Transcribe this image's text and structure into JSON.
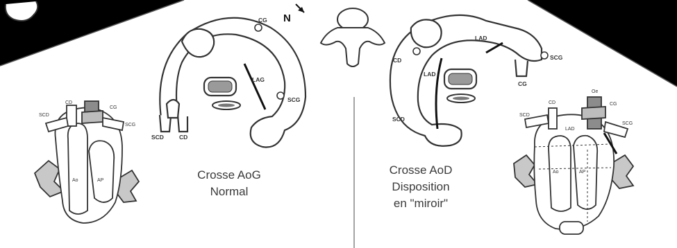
{
  "left_panel": {
    "caption_line1": "Crosse AoG",
    "caption_line2": "Normal",
    "arch_labels": {
      "cg": "CG",
      "lag": "LAG",
      "scg": "SCG",
      "scd": "SCD",
      "cd": "CD"
    },
    "heart_labels": {
      "cd": "CD",
      "cg": "CG",
      "scd": "SCD",
      "scg": "SCG",
      "ao": "Ao",
      "ap": "AP"
    }
  },
  "center": {
    "north": "N"
  },
  "right_panel": {
    "caption_line1": "Crosse AoD",
    "caption_line2": "Disposition",
    "caption_line3": "en \"miroir\"",
    "arch_labels": {
      "cd": "CD",
      "lad_top": "LAD",
      "scg": "SCG",
      "cg": "CG",
      "lad": "LAD",
      "scd": "SCD"
    },
    "heart_labels": {
      "oe": "Oe",
      "cd": "CD",
      "cg": "CG",
      "scd": "SCD",
      "lad": "LAD",
      "scg": "SCG",
      "ao": "Ao",
      "ap": "AP"
    }
  },
  "colors": {
    "background": "#000000",
    "paper": "#ffffff",
    "ink": "#222222",
    "shade": "#9a9a9a"
  }
}
